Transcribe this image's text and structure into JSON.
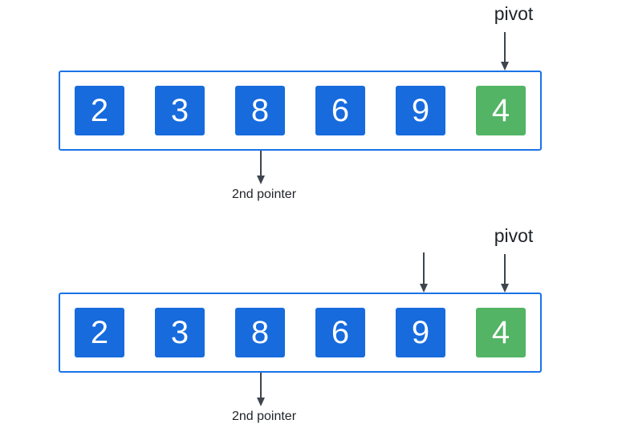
{
  "colors": {
    "background": "#ffffff",
    "cell_blue": "#176bdd",
    "cell_green": "#52b464",
    "cell_text": "#ffffff",
    "container_border": "#1a73e8",
    "arrow": "#3f454d",
    "label_text": "#1f2328"
  },
  "figures": [
    {
      "name": "partition-step-1",
      "pivot_label": "pivot",
      "second_pointer_label": "2nd pointer",
      "pivot_arrow_cell_index": 5,
      "second_pointer_cell_index": 2,
      "cells": [
        {
          "value": "2",
          "type": "blue"
        },
        {
          "value": "3",
          "type": "blue"
        },
        {
          "value": "8",
          "type": "blue"
        },
        {
          "value": "6",
          "type": "blue"
        },
        {
          "value": "9",
          "type": "blue"
        },
        {
          "value": "4",
          "type": "green"
        }
      ]
    },
    {
      "name": "partition-step-2",
      "pivot_label": "pivot",
      "second_pointer_label": "2nd pointer",
      "pivot_arrow_cell_index": 5,
      "scan_arrow_cell_index": 4,
      "second_pointer_cell_index": 2,
      "cells": [
        {
          "value": "2",
          "type": "blue"
        },
        {
          "value": "3",
          "type": "blue"
        },
        {
          "value": "8",
          "type": "blue"
        },
        {
          "value": "6",
          "type": "blue"
        },
        {
          "value": "9",
          "type": "blue"
        },
        {
          "value": "4",
          "type": "green"
        }
      ]
    }
  ]
}
